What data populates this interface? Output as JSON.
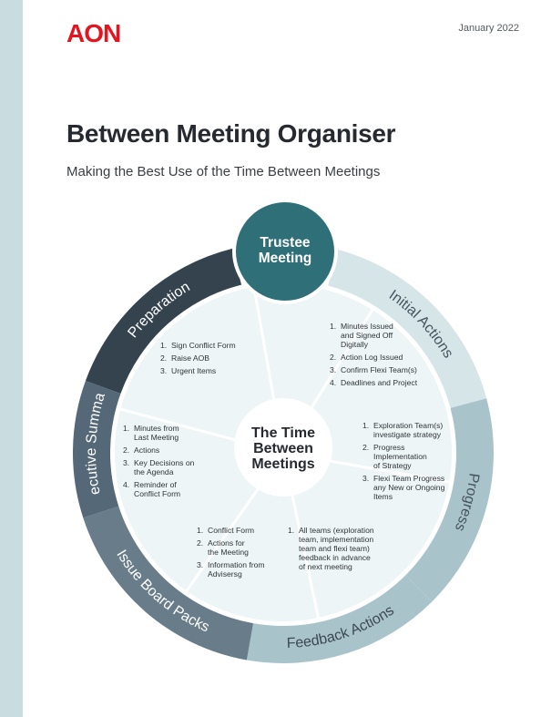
{
  "header": {
    "logo": "AON",
    "date": "January 2022",
    "title": "Between Meeting Organiser",
    "subtitle": "Making the Best Use of the Time Between Meetings"
  },
  "diagram": {
    "top_circle": [
      "Trustee",
      "Meeting"
    ],
    "center": [
      "The Time",
      "Between",
      "Meetings"
    ],
    "colors": {
      "trustee": "#2f6f78",
      "center": "#ffffff",
      "sector_fill": "#edf5f6",
      "divider": "#ffffff",
      "band_dark": "#35434f",
      "band_mid": "#556878",
      "band_light": "#d6e5e8",
      "band_blue": "#a9c3cb"
    },
    "bands": [
      {
        "label": "Preparation",
        "color": "#35434f",
        "text_color": "#ffffff"
      },
      {
        "label": "Initial Actions",
        "color": "#d6e5e8",
        "text_color": "#46535e"
      },
      {
        "label": "Progress",
        "color": "#a9c3cb",
        "text_color": "#46535e"
      },
      {
        "label": "Feedback Actions",
        "color": "#a9c3cb",
        "text_color": "#3c4852"
      },
      {
        "label": "Issue Board Packs",
        "color": "#687c8a",
        "text_color": "#ffffff"
      },
      {
        "label": "Executive Summary",
        "color": "#556878",
        "text_color": "#ffffff"
      }
    ],
    "sectors": [
      {
        "items": [
          "Sign Conflict Form",
          "Raise AOB",
          "Urgent Items"
        ]
      },
      {
        "items": [
          "Minutes Issued|and Signed Off|Digitally",
          "Action Log Issued",
          "Confirm Flexi Team(s)",
          "Deadlines and Project"
        ]
      },
      {
        "items": [
          "Exploration Team(s)|investigate strategy",
          "Progress|Implementation|of Strategy",
          "Flexi Team Progress|any New or Ongoing|Items"
        ]
      },
      {
        "items": [
          "All teams (exploration|team, implementation|team and flexi team)|feedback in advance|of next meeting"
        ]
      },
      {
        "items": [
          "Conflict Form",
          "Actions for|the Meeting",
          "Information from|Advisersg"
        ]
      },
      {
        "items": [
          "Minutes from|Last Meeting",
          "Actions",
          "Key Decisions on|the Agenda",
          "Reminder of|Conflict Form"
        ]
      }
    ]
  }
}
